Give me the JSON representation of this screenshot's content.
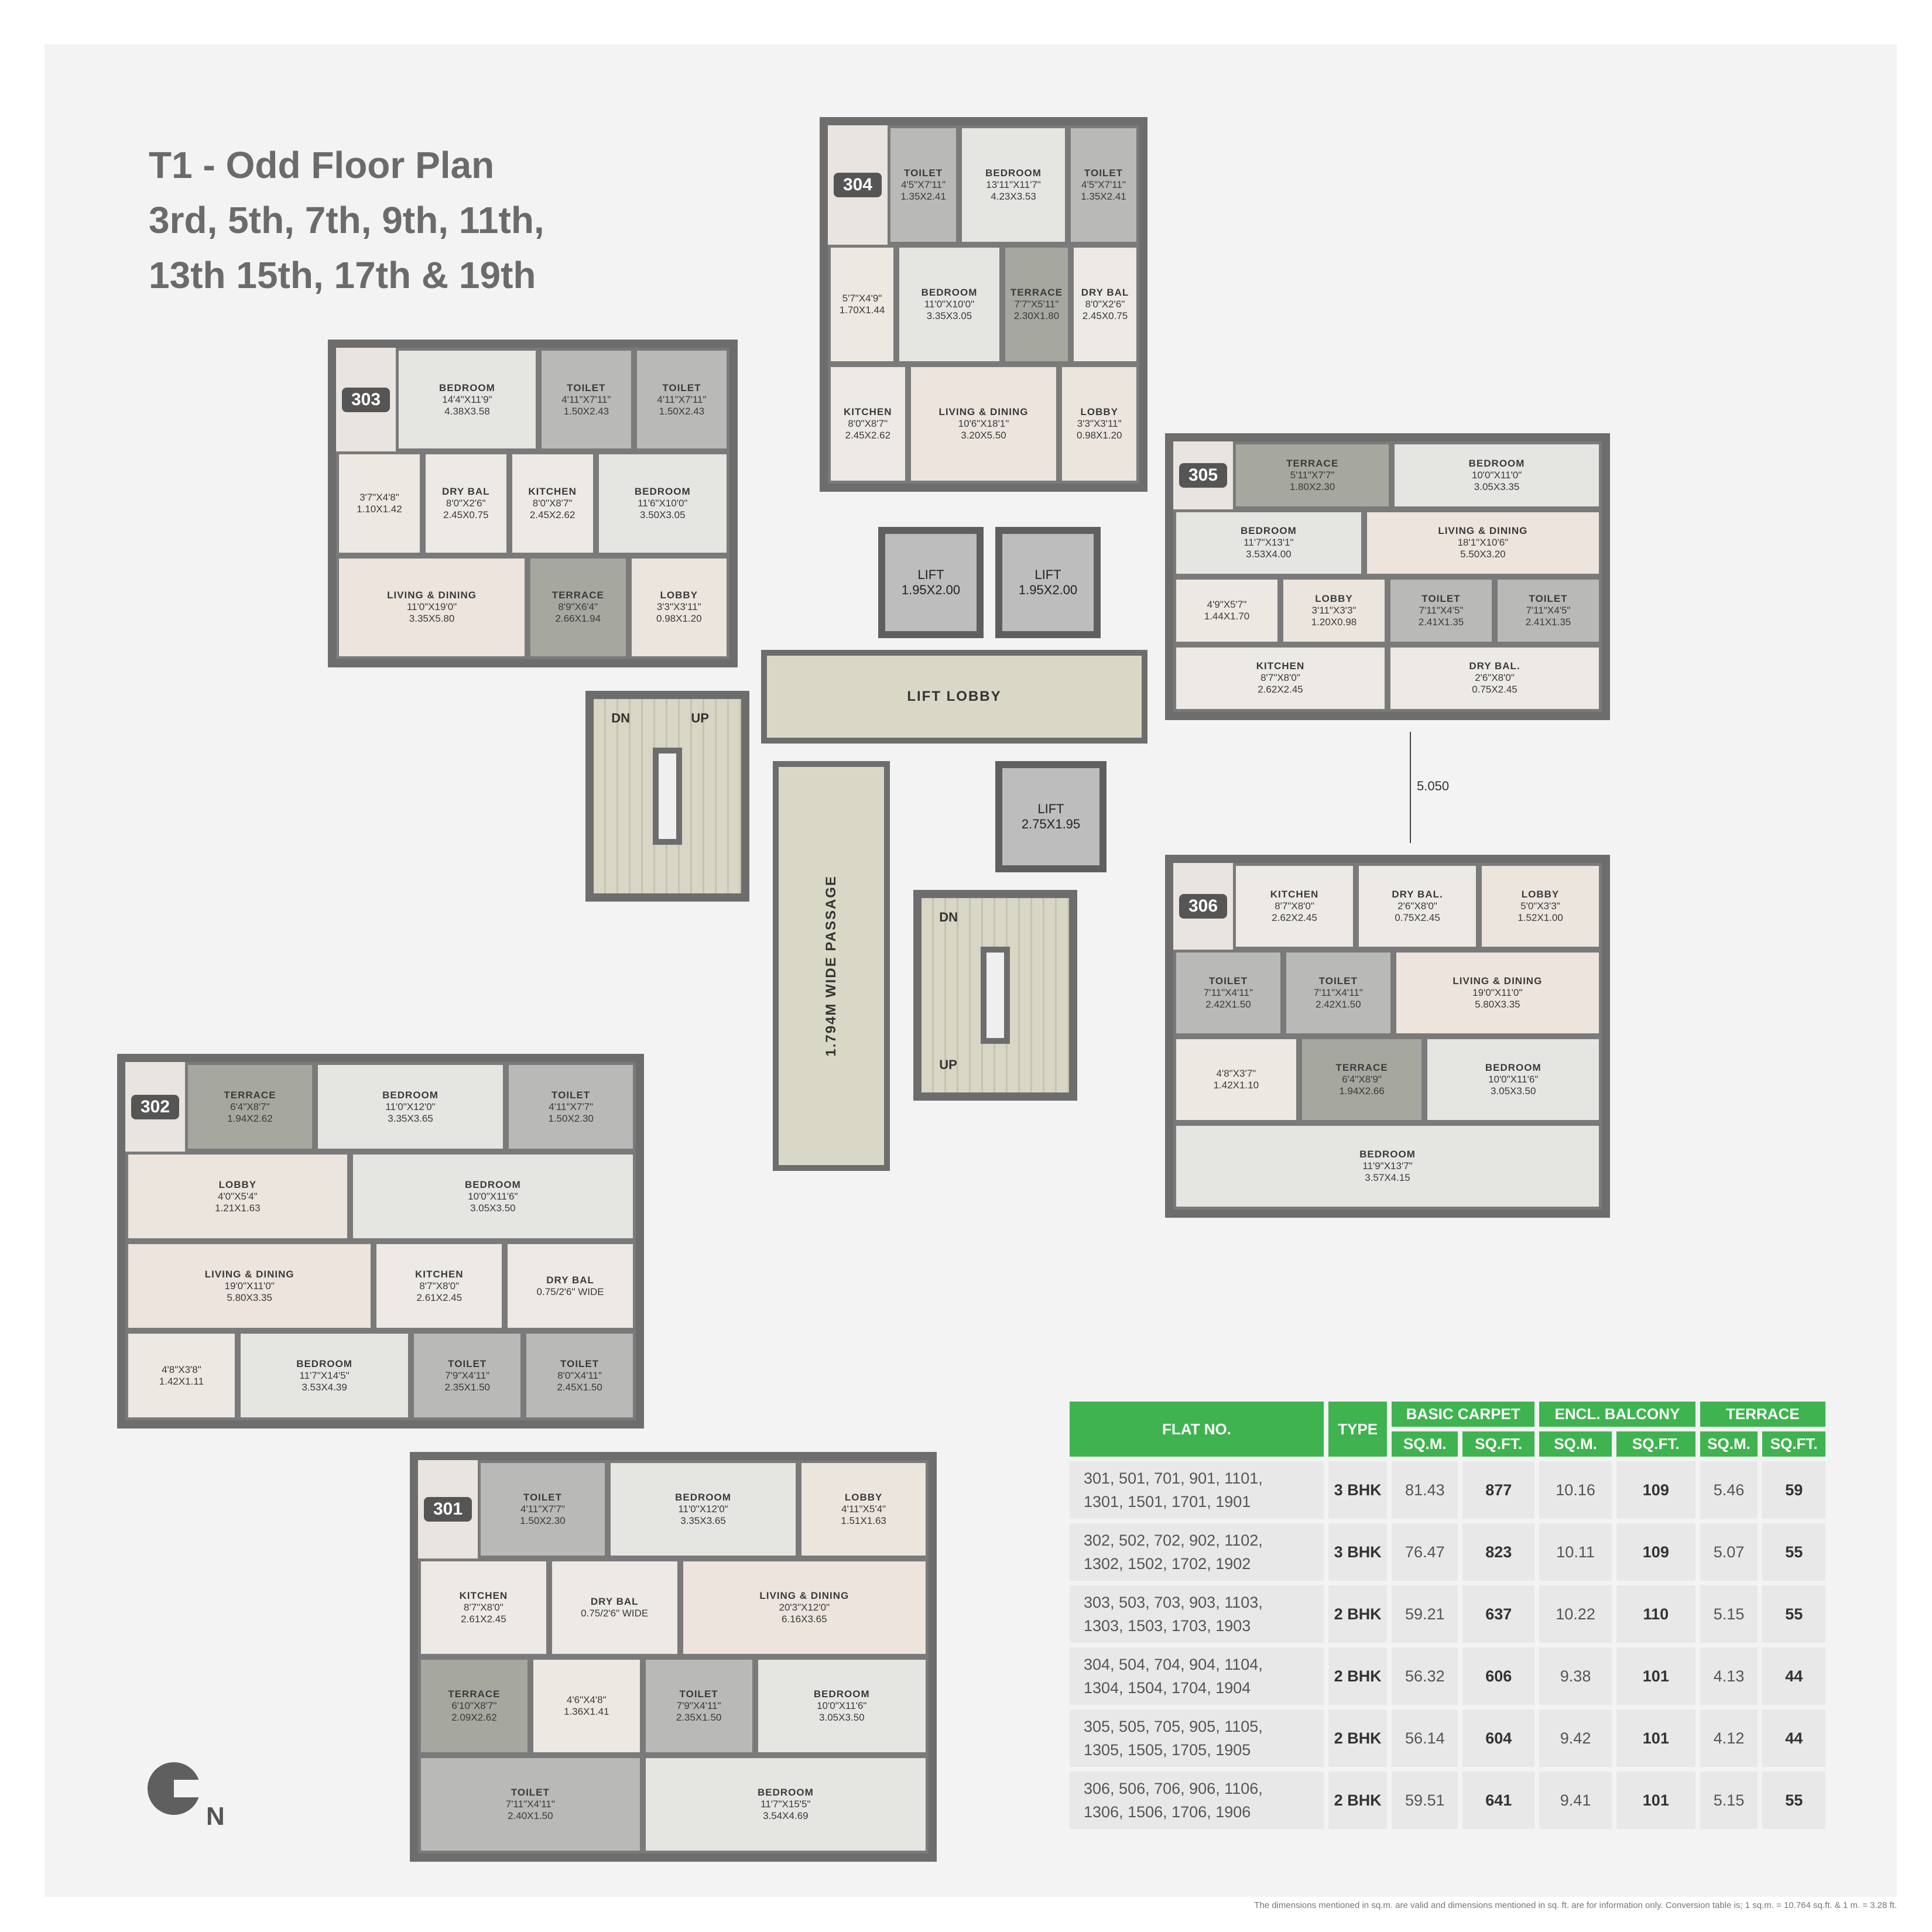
{
  "title": {
    "line1": "T1 - Odd Floor Plan",
    "line2": "3rd, 5th, 7th, 9th, 11th,",
    "line3": "13th 15th, 17th & 19th"
  },
  "colors": {
    "header_green": "#3fb34f",
    "wall": "#6d6d6d",
    "badge": "#555555"
  },
  "core": {
    "lift_lobby": "LIFT LOBBY",
    "passage": "1.794M WIDE PASSAGE",
    "lifts": [
      {
        "label": "LIFT",
        "size": "1.95X2.00"
      },
      {
        "label": "LIFT",
        "size": "1.95X2.00"
      },
      {
        "label": "LIFT",
        "size": "2.75X1.95"
      }
    ],
    "stairs": [
      {
        "dn": "DN",
        "up": "UP"
      },
      {
        "dn": "DN",
        "up": "UP"
      }
    ],
    "dimension": "5.050"
  },
  "flats": [
    {
      "no": "303",
      "rooms": [
        {
          "name": "BEDROOM",
          "imp": "14'4\"X11'9\"",
          "met": "4.38X3.58",
          "kind": "bed"
        },
        {
          "name": "TOILET",
          "imp": "4'11\"X7'11\"",
          "met": "1.50X2.43",
          "kind": "toilet"
        },
        {
          "name": "TOILET",
          "imp": "4'11\"X7'11\"",
          "met": "1.50X2.43",
          "kind": "toilet"
        },
        {
          "name": "",
          "imp": "3'7\"X4'8\"",
          "met": "1.10X1.42",
          "kind": "misc"
        },
        {
          "name": "DRY BAL",
          "imp": "8'0\"X2'6\"",
          "met": "2.45X0.75",
          "kind": "kitchen"
        },
        {
          "name": "KITCHEN",
          "imp": "8'0\"X8'7\"",
          "met": "2.45X2.62",
          "kind": "kitchen"
        },
        {
          "name": "BEDROOM",
          "imp": "11'6\"X10'0\"",
          "met": "3.50X3.05",
          "kind": "bed"
        },
        {
          "name": "LIVING & DINING",
          "imp": "11'0\"X19'0\"",
          "met": "3.35X5.80",
          "kind": "living"
        },
        {
          "name": "TERRACE",
          "imp": "8'9\"X6'4\"",
          "met": "2.66X1.94",
          "kind": "terrace"
        },
        {
          "name": "LOBBY",
          "imp": "3'3\"X3'11\"",
          "met": "0.98X1.20",
          "kind": "lobby"
        }
      ]
    },
    {
      "no": "304",
      "rooms": [
        {
          "name": "TOILET",
          "imp": "4'5\"X7'11\"",
          "met": "1.35X2.41",
          "kind": "toilet"
        },
        {
          "name": "BEDROOM",
          "imp": "13'11\"X11'7\"",
          "met": "4.23X3.53",
          "kind": "bed"
        },
        {
          "name": "TOILET",
          "imp": "4'5\"X7'11\"",
          "met": "1.35X2.41",
          "kind": "toilet"
        },
        {
          "name": "",
          "imp": "5'7\"X4'9\"",
          "met": "1.70X1.44",
          "kind": "misc"
        },
        {
          "name": "BEDROOM",
          "imp": "11'0\"X10'0\"",
          "met": "3.35X3.05",
          "kind": "bed"
        },
        {
          "name": "TERRACE",
          "imp": "7'7\"X5'11\"",
          "met": "2.30X1.80",
          "kind": "terrace"
        },
        {
          "name": "DRY BAL",
          "imp": "8'0\"X2'6\"",
          "met": "2.45X0.75",
          "kind": "kitchen"
        },
        {
          "name": "KITCHEN",
          "imp": "8'0\"X8'7\"",
          "met": "2.45X2.62",
          "kind": "kitchen"
        },
        {
          "name": "LIVING & DINING",
          "imp": "10'6\"X18'1\"",
          "met": "3.20X5.50",
          "kind": "living"
        },
        {
          "name": "LOBBY",
          "imp": "3'3\"X3'11\"",
          "met": "0.98X1.20",
          "kind": "lobby"
        }
      ]
    },
    {
      "no": "305",
      "rooms": [
        {
          "name": "TERRACE",
          "imp": "5'11\"X7'7\"",
          "met": "1.80X2.30",
          "kind": "terrace"
        },
        {
          "name": "BEDROOM",
          "imp": "10'0\"X11'0\"",
          "met": "3.05X3.35",
          "kind": "bed"
        },
        {
          "name": "BEDROOM",
          "imp": "11'7\"X13'1\"",
          "met": "3.53X4.00",
          "kind": "bed"
        },
        {
          "name": "LIVING & DINING",
          "imp": "18'1\"X10'6\"",
          "met": "5.50X3.20",
          "kind": "living"
        },
        {
          "name": "",
          "imp": "4'9\"X5'7\"",
          "met": "1.44X1.70",
          "kind": "misc"
        },
        {
          "name": "LOBBY",
          "imp": "3'11\"X3'3\"",
          "met": "1.20X0.98",
          "kind": "lobby"
        },
        {
          "name": "TOILET",
          "imp": "7'11\"X4'5\"",
          "met": "2.41X1.35",
          "kind": "toilet"
        },
        {
          "name": "TOILET",
          "imp": "7'11\"X4'5\"",
          "met": "2.41X1.35",
          "kind": "toilet"
        },
        {
          "name": "KITCHEN",
          "imp": "8'7\"X8'0\"",
          "met": "2.62X2.45",
          "kind": "kitchen"
        },
        {
          "name": "DRY BAL.",
          "imp": "2'6\"X8'0\"",
          "met": "0.75X2.45",
          "kind": "kitchen"
        }
      ]
    },
    {
      "no": "306",
      "rooms": [
        {
          "name": "KITCHEN",
          "imp": "8'7\"X8'0\"",
          "met": "2.62X2.45",
          "kind": "kitchen"
        },
        {
          "name": "DRY BAL.",
          "imp": "2'6\"X8'0\"",
          "met": "0.75X2.45",
          "kind": "kitchen"
        },
        {
          "name": "LOBBY",
          "imp": "5'0\"X3'3\"",
          "met": "1.52X1.00",
          "kind": "lobby"
        },
        {
          "name": "TOILET",
          "imp": "7'11\"X4'11\"",
          "met": "2.42X1.50",
          "kind": "toilet"
        },
        {
          "name": "TOILET",
          "imp": "7'11\"X4'11\"",
          "met": "2.42X1.50",
          "kind": "toilet"
        },
        {
          "name": "LIVING & DINING",
          "imp": "19'0\"X11'0\"",
          "met": "5.80X3.35",
          "kind": "living"
        },
        {
          "name": "",
          "imp": "4'8\"X3'7\"",
          "met": "1.42X1.10",
          "kind": "misc"
        },
        {
          "name": "TERRACE",
          "imp": "6'4\"X8'9\"",
          "met": "1.94X2.66",
          "kind": "terrace"
        },
        {
          "name": "BEDROOM",
          "imp": "10'0\"X11'6\"",
          "met": "3.05X3.50",
          "kind": "bed"
        },
        {
          "name": "BEDROOM",
          "imp": "11'9\"X13'7\"",
          "met": "3.57X4.15",
          "kind": "bed"
        }
      ]
    },
    {
      "no": "302",
      "rooms": [
        {
          "name": "TERRACE",
          "imp": "6'4\"X8'7\"",
          "met": "1.94X2.62",
          "kind": "terrace"
        },
        {
          "name": "BEDROOM",
          "imp": "11'0\"X12'0\"",
          "met": "3.35X3.65",
          "kind": "bed"
        },
        {
          "name": "TOILET",
          "imp": "4'11\"X7'7\"",
          "met": "1.50X2.30",
          "kind": "toilet"
        },
        {
          "name": "LOBBY",
          "imp": "4'0\"X5'4\"",
          "met": "1.21X1.63",
          "kind": "lobby"
        },
        {
          "name": "BEDROOM",
          "imp": "10'0\"X11'6\"",
          "met": "3.05X3.50",
          "kind": "bed"
        },
        {
          "name": "LIVING & DINING",
          "imp": "19'0\"X11'0\"",
          "met": "5.80X3.35",
          "kind": "living"
        },
        {
          "name": "KITCHEN",
          "imp": "8'7\"X8'0\"",
          "met": "2.61X2.45",
          "kind": "kitchen"
        },
        {
          "name": "DRY BAL",
          "imp": "0.75/2'6\" WIDE",
          "met": "",
          "kind": "kitchen"
        },
        {
          "name": "",
          "imp": "4'8\"X3'8\"",
          "met": "1.42X1.11",
          "kind": "misc"
        },
        {
          "name": "BEDROOM",
          "imp": "11'7\"X14'5\"",
          "met": "3.53X4.39",
          "kind": "bed"
        },
        {
          "name": "TOILET",
          "imp": "7'9\"X4'11\"",
          "met": "2.35X1.50",
          "kind": "toilet"
        },
        {
          "name": "TOILET",
          "imp": "8'0\"X4'11\"",
          "met": "2.45X1.50",
          "kind": "toilet"
        }
      ]
    },
    {
      "no": "301",
      "rooms": [
        {
          "name": "TOILET",
          "imp": "4'11\"X7'7\"",
          "met": "1.50X2.30",
          "kind": "toilet"
        },
        {
          "name": "BEDROOM",
          "imp": "11'0\"X12'0\"",
          "met": "3.35X3.65",
          "kind": "bed"
        },
        {
          "name": "LOBBY",
          "imp": "4'11\"X5'4\"",
          "met": "1.51X1.63",
          "kind": "lobby"
        },
        {
          "name": "KITCHEN",
          "imp": "8'7\"X8'0\"",
          "met": "2.61X2.45",
          "kind": "kitchen"
        },
        {
          "name": "DRY BAL",
          "imp": "0.75/2'6\" WIDE",
          "met": "",
          "kind": "kitchen"
        },
        {
          "name": "LIVING & DINING",
          "imp": "20'3\"X12'0\"",
          "met": "6.16X3.65",
          "kind": "living"
        },
        {
          "name": "TERRACE",
          "imp": "6'10\"X8'7\"",
          "met": "2.09X2.62",
          "kind": "terrace"
        },
        {
          "name": "",
          "imp": "4'6\"X4'8\"",
          "met": "1.36X1.41",
          "kind": "misc"
        },
        {
          "name": "TOILET",
          "imp": "7'9\"X4'11\"",
          "met": "2.35X1.50",
          "kind": "toilet"
        },
        {
          "name": "BEDROOM",
          "imp": "10'0\"X11'6\"",
          "met": "3.05X3.50",
          "kind": "bed"
        },
        {
          "name": "TOILET",
          "imp": "7'11\"X4'11\"",
          "met": "2.40X1.50",
          "kind": "toilet"
        },
        {
          "name": "BEDROOM",
          "imp": "11'7\"X15'5\"",
          "met": "3.54X4.69",
          "kind": "bed"
        }
      ]
    }
  ],
  "table": {
    "headers": {
      "flat_no": "FLAT NO.",
      "type": "TYPE",
      "basic_carpet": "BASIC CARPET",
      "encl_balcony": "ENCL. BALCONY",
      "terrace": "TERRACE",
      "sqm": "SQ.M.",
      "sqft": "SQ.FT."
    },
    "rows": [
      {
        "line1": "301, 501, 701, 901, 1101,",
        "line2": "1301, 1501, 1701, 1901",
        "type": "3 BHK",
        "carpet_sqm": "81.43",
        "carpet_sqft": "877",
        "balcony_sqm": "10.16",
        "balcony_sqft": "109",
        "terrace_sqm": "5.46",
        "terrace_sqft": "59"
      },
      {
        "line1": "302, 502, 702, 902, 1102,",
        "line2": "1302, 1502, 1702, 1902",
        "type": "3 BHK",
        "carpet_sqm": "76.47",
        "carpet_sqft": "823",
        "balcony_sqm": "10.11",
        "balcony_sqft": "109",
        "terrace_sqm": "5.07",
        "terrace_sqft": "55"
      },
      {
        "line1": "303, 503, 703, 903, 1103,",
        "line2": "1303, 1503, 1703, 1903",
        "type": "2 BHK",
        "carpet_sqm": "59.21",
        "carpet_sqft": "637",
        "balcony_sqm": "10.22",
        "balcony_sqft": "110",
        "terrace_sqm": "5.15",
        "terrace_sqft": "55"
      },
      {
        "line1": "304, 504, 704, 904, 1104,",
        "line2": "1304, 1504, 1704, 1904",
        "type": "2 BHK",
        "carpet_sqm": "56.32",
        "carpet_sqft": "606",
        "balcony_sqm": "9.38",
        "balcony_sqft": "101",
        "terrace_sqm": "4.13",
        "terrace_sqft": "44"
      },
      {
        "line1": "305, 505, 705, 905, 1105,",
        "line2": "1305, 1505, 1705, 1905",
        "type": "2 BHK",
        "carpet_sqm": "56.14",
        "carpet_sqft": "604",
        "balcony_sqm": "9.42",
        "balcony_sqft": "101",
        "terrace_sqm": "4.12",
        "terrace_sqft": "44"
      },
      {
        "line1": "306, 506, 706, 906, 1106,",
        "line2": "1306, 1506, 1706, 1906",
        "type": "2 BHK",
        "carpet_sqm": "59.51",
        "carpet_sqft": "641",
        "balcony_sqm": "9.41",
        "balcony_sqft": "101",
        "terrace_sqm": "5.15",
        "terrace_sqft": "55"
      }
    ]
  },
  "compass": {
    "label": "N",
    "icon": "north-compass-icon"
  },
  "footnote": "The dimensions mentioned in sq.m. are valid and dimensions mentioned in sq. ft. are for information only. Conversion table is; 1 sq.m. = 10.764 sq.ft. & 1 m. = 3.28 ft."
}
